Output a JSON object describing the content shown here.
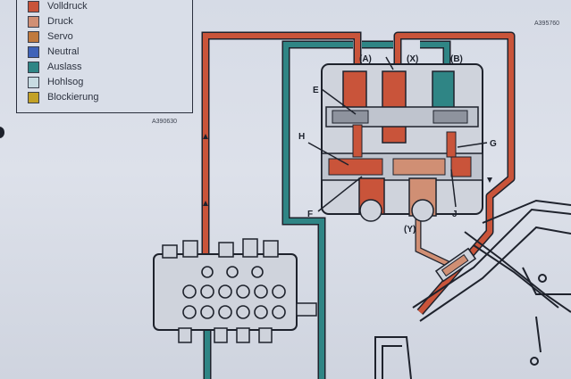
{
  "legend": {
    "items": [
      {
        "label": "Volldruck",
        "color": "#c9543a"
      },
      {
        "label": "Druck",
        "color": "#d08f74"
      },
      {
        "label": "Servo",
        "color": "#c07a3e"
      },
      {
        "label": "Neutral",
        "color": "#3f63b8"
      },
      {
        "label": "Auslass",
        "color": "#2f8585"
      },
      {
        "label": "Hohlsog",
        "color": "#c7dbe2"
      },
      {
        "label": "Blockierung",
        "color": "#c2a126"
      }
    ]
  },
  "figure_codes": {
    "left": "A390630",
    "right": "A395760"
  },
  "port_labels": {
    "a": "(A)",
    "x": "(X)",
    "b": "(B)",
    "y": "(Y)"
  },
  "component_labels": {
    "e": "E",
    "h": "H",
    "g": "G",
    "f": "F",
    "j": "J"
  },
  "colors": {
    "full_pressure_line": "#c9543a",
    "exhaust_line": "#2f8585",
    "pressure_line": "#d08f74",
    "outline": "#1e222c",
    "valve_body": "#cfd3dc",
    "paper": "#d8dde7"
  }
}
